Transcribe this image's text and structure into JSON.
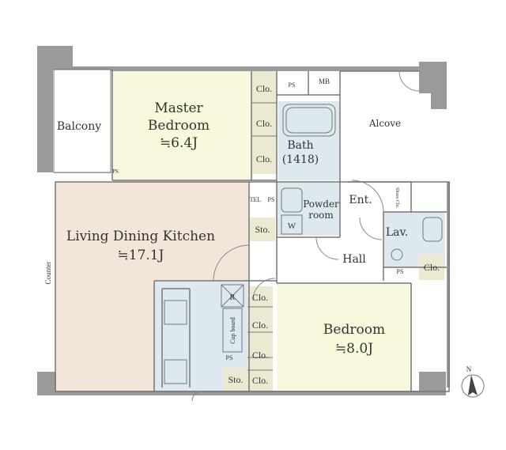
{
  "colors": {
    "wall": "#9a9a9a",
    "line": "#777777",
    "ldk_floor": "#f3e6d8",
    "bedroom_floor": "#f8f8dc",
    "wet_floor": "#dde9ef",
    "closet_floor": "#ece9d3",
    "white": "#ffffff"
  },
  "rooms": {
    "balcony": "Balcony",
    "master_bedroom_line1": "Master",
    "master_bedroom_line2": "Bedroom",
    "master_bedroom_size": "≒6.4J",
    "ldk": "Living Dining Kitchen",
    "ldk_size": "≒17.1J",
    "bedroom": "Bedroom",
    "bedroom_size": "≒8.0J",
    "bath": "Bath",
    "bath_size": "(1418)",
    "powder_line1": "Powder",
    "powder_line2": "room",
    "alcove": "Alcove",
    "entrance": "Ent.",
    "hall": "Hall",
    "lavatory": "Lav.",
    "counter": "Counter",
    "cup_board": "Cup board"
  },
  "small_labels": {
    "clo": "Clo.",
    "sto": "Sto.",
    "ps": "PS",
    "mb": "MB",
    "tel": "TEL",
    "w": "W",
    "r": "R",
    "shoes": "Shoes Clo.",
    "north": "N"
  }
}
